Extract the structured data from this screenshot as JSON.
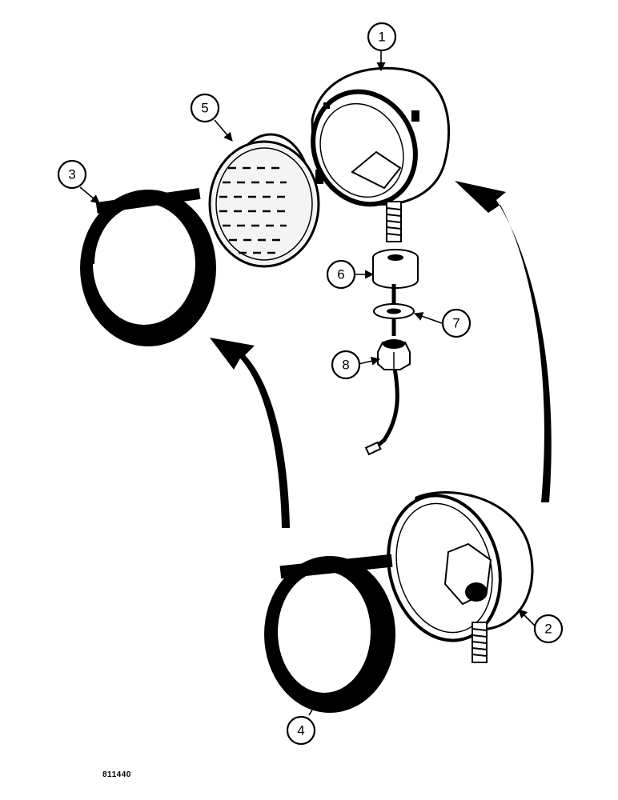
{
  "callouts": [
    {
      "id": "callout-1",
      "label": "1"
    },
    {
      "id": "callout-2",
      "label": "2"
    },
    {
      "id": "callout-3",
      "label": "3"
    },
    {
      "id": "callout-4",
      "label": "4"
    },
    {
      "id": "callout-5",
      "label": "5"
    },
    {
      "id": "callout-6",
      "label": "6"
    },
    {
      "id": "callout-7",
      "label": "7"
    },
    {
      "id": "callout-8",
      "label": "8"
    }
  ],
  "figure_id": "811440",
  "colors": {
    "ink": "#000000",
    "paper": "#ffffff"
  }
}
